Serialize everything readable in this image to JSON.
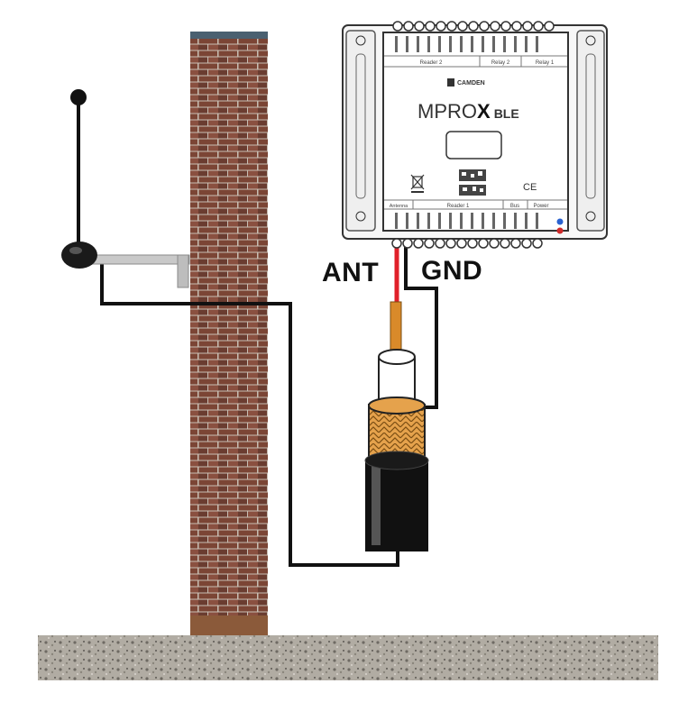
{
  "labels": {
    "ant": "ANT",
    "gnd": "GND"
  },
  "controller": {
    "brand": "CAMDEN",
    "model_prefix": "MPRO",
    "model_x": "X",
    "model_suffix": "BLE",
    "ce_mark": "CE",
    "sections_top": [
      "Reader 2",
      "Relay 2",
      "Relay 1"
    ],
    "sections_bottom": [
      "Antenna",
      "Reader 1",
      "Bus",
      "Power"
    ]
  },
  "colors": {
    "wire": "#111111",
    "ant_wire": "#e0202a",
    "copper": "#d98a2a",
    "braid": "#e0a040",
    "brick": "#7a4636",
    "mortar": "#c9bfb4",
    "gravel": "#a39e95",
    "wall_cap": "#4a6070"
  },
  "icons": [
    "antenna-icon",
    "weee-bin-icon",
    "qr-code-icon",
    "coax-cable-icon"
  ]
}
